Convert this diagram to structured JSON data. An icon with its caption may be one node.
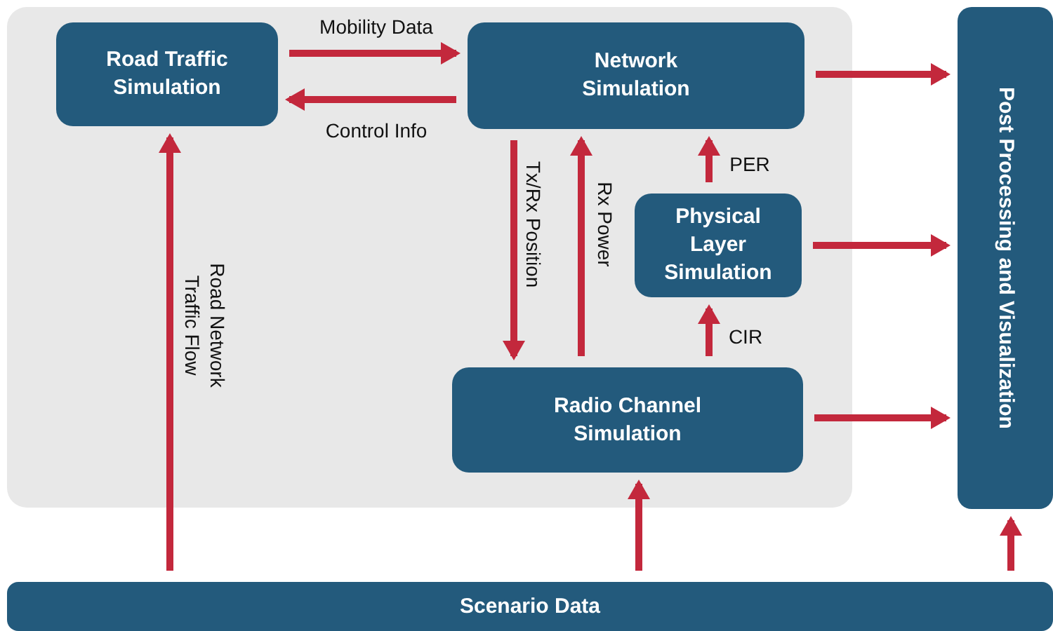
{
  "diagram": {
    "nodes": [
      {
        "text": [
          "Road Traffic Simulation"
        ]
      },
      {
        "text": [
          "Network Simulation"
        ]
      },
      {
        "text": [
          "Physical Layer Simulation"
        ]
      },
      {
        "text": [
          "Radio Channel Simulation"
        ]
      },
      {
        "text": [
          "Post Processing and Visualization"
        ]
      },
      {
        "text": [
          "Scenario Data"
        ]
      }
    ],
    "edges": [
      {
        "from": 0,
        "to": 1,
        "arrow": "to",
        "label": "Mobility Data"
      },
      {
        "from": 1,
        "to": 0,
        "arrow": "to",
        "label": "Control Info"
      },
      {
        "from": 1,
        "to": 3,
        "arrow": "to",
        "label": "Tx/Rx Position"
      },
      {
        "from": 3,
        "to": 1,
        "arrow": "to",
        "label": "Rx Power"
      },
      {
        "from": 2,
        "to": 1,
        "arrow": "to",
        "label": "PER"
      },
      {
        "from": 3,
        "to": 2,
        "arrow": "to",
        "label": "CIR"
      },
      {
        "from": 1,
        "to": 4,
        "arrow": "to"
      },
      {
        "from": 2,
        "to": 4,
        "arrow": "to"
      },
      {
        "from": 3,
        "to": 4,
        "arrow": "to"
      },
      {
        "from": 5,
        "to": 0,
        "arrow": "to",
        "label": "Road Network Traffic Flow"
      },
      {
        "from": 5,
        "to": 3,
        "arrow": "to"
      },
      {
        "from": 5,
        "to": 4,
        "arrow": "to"
      }
    ]
  }
}
